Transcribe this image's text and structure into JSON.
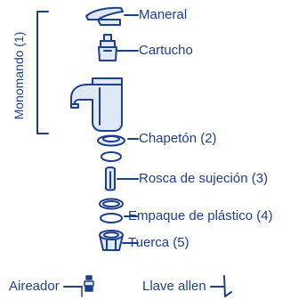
{
  "diagram": {
    "group_label": "Monomando (1)",
    "parts": [
      {
        "id": "maneral",
        "label": "Maneral"
      },
      {
        "id": "cartucho",
        "label": "Cartucho"
      },
      {
        "id": "chapeton",
        "label": "Chapetón (2)"
      },
      {
        "id": "rosca",
        "label": "Rosca de sujeción (3)"
      },
      {
        "id": "empaque",
        "label": "Empaque de plástico (4)"
      },
      {
        "id": "tuerca",
        "label": "Tuerca (5)"
      },
      {
        "id": "aireador",
        "label": "Aireador"
      },
      {
        "id": "llave",
        "label": "Llave allen"
      }
    ],
    "colors": {
      "line": "#1d3f8a",
      "part_fill": "#dfe9f6",
      "text": "#1d3f8a"
    }
  }
}
